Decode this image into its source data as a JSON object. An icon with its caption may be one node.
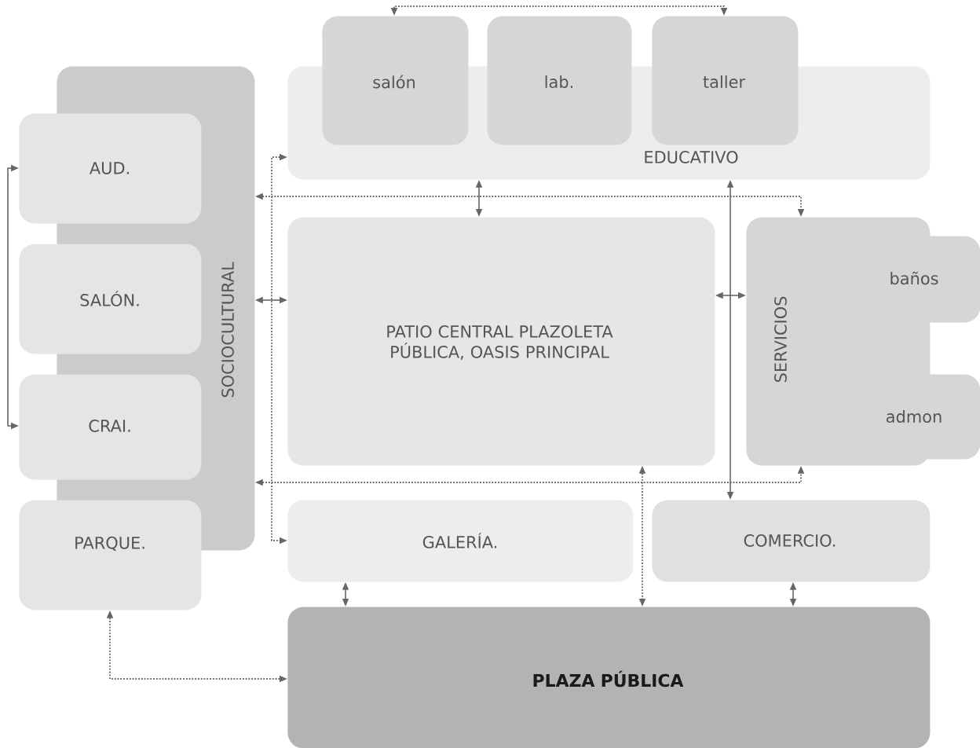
{
  "diagram": {
    "nodes": [
      {
        "text": [
          "SOCIOCULTURAL"
        ]
      },
      {
        "text": [
          "AUD."
        ]
      },
      {
        "text": [
          "SALÓN."
        ]
      },
      {
        "text": [
          "CRAI."
        ]
      },
      {
        "text": [
          "PARQUE."
        ]
      },
      {
        "text": [
          "EDUCATIVO"
        ]
      },
      {
        "text": [
          "salón"
        ]
      },
      {
        "text": [
          "lab."
        ]
      },
      {
        "text": [
          "taller"
        ]
      },
      {
        "text": [
          "PATIO CENTRAL PLAZOLETA PÚBLICA, OASIS PRINCIPAL"
        ]
      },
      {
        "text": [
          "SERVICIOS"
        ]
      },
      {
        "text": [
          "baños"
        ]
      },
      {
        "text": [
          "admon"
        ]
      },
      {
        "text": [
          "GALERÍA."
        ]
      },
      {
        "text": [
          "COMERCIO."
        ]
      },
      {
        "text": [
          "PLAZA PÚBLICA"
        ]
      }
    ],
    "edges": [
      {
        "from": 6,
        "to": 8,
        "arrow": "both",
        "style": "dashed"
      },
      {
        "from": 5,
        "to": 13,
        "arrow": "both",
        "style": "dashed"
      },
      {
        "from": 13,
        "to": 15,
        "arrow": "both"
      },
      {
        "from": 5,
        "to": 9,
        "arrow": "both"
      },
      {
        "from": 0,
        "to": 10,
        "arrow": "both",
        "style": "dashed"
      },
      {
        "from": 0,
        "to": 9,
        "arrow": "both"
      },
      {
        "from": 9,
        "to": 10,
        "arrow": "both"
      },
      {
        "from": 0,
        "to": 10,
        "arrow": "both",
        "style": "dashed"
      },
      {
        "from": 1,
        "to": 3,
        "arrow": "both"
      },
      {
        "from": 5,
        "to": 14,
        "arrow": "both"
      },
      {
        "from": 9,
        "to": 15,
        "arrow": "both",
        "style": "dashed"
      },
      {
        "from": 14,
        "to": 15,
        "arrow": "both"
      },
      {
        "from": 4,
        "to": 15,
        "arrow": "both",
        "style": "dashed"
      }
    ]
  }
}
